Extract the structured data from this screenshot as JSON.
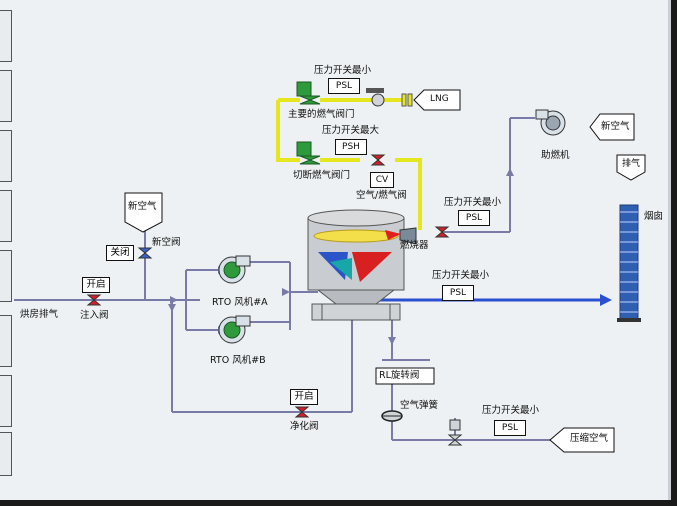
{
  "labels": {
    "psl_top_title": "压力开关最小",
    "psl_box": "PSL",
    "lng": "LNG",
    "main_gas_valve": "主要的燃气阀门",
    "psh_title": "压力开关最大",
    "psh_box": "PSH",
    "cutoff_valve": "切断燃气阀门",
    "cv_box": "CV",
    "air_gas_valve": "空气/燃气阀",
    "burner": "燃烧器",
    "psl_right_title": "压力开关最小",
    "psl_right_box": "PSL",
    "fresh_air_right": "新空气",
    "blower": "助燃机",
    "exhaust": "排气",
    "chimney": "烟囱",
    "fresh_air_left": "新空气",
    "close_btn": "关闭",
    "fresh_air_valve": "新空阀",
    "open_btn_inlet": "开启",
    "dryer_exhaust": "烘房排气",
    "inlet_valve": "注入阀",
    "fan_a": "RTO 风机#A",
    "fan_b": "RTO 风机#B",
    "psl_mid_title": "压力开关最小",
    "psl_mid_box": "PSL",
    "rotary_valve": "RL旋转阀",
    "air_spring": "空气弹簧",
    "psl_bottom_title": "压力开关最小",
    "psl_bottom_box": "PSL",
    "compressed_air": "压缩空气",
    "open_btn_purge": "开启",
    "purge_valve": "净化阀"
  },
  "colors": {
    "pipe": "#7a7aa6",
    "gas_pipe": "#e6e61e",
    "flow_arrow": "#2a4fd0",
    "valve_green": "#2e9a3c",
    "valve_red": "#d0202a",
    "chimney": "#2f5fb0"
  }
}
